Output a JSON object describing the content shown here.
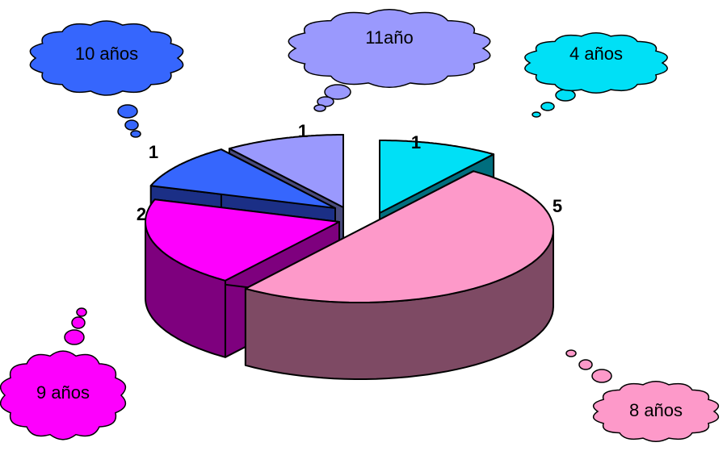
{
  "chart_data": {
    "type": "pie",
    "title": "",
    "slices": [
      {
        "label": "4 años",
        "value": 1,
        "value_label": "1",
        "color": "#00e0f6",
        "side_color": "#006e7e"
      },
      {
        "label": "8 años",
        "value": 5,
        "value_label": "5",
        "color": "#fd99c9",
        "side_color": "#7e4a64"
      },
      {
        "label": "9 años",
        "value": 2,
        "value_label": "2",
        "color": "#fd00fd",
        "side_color": "#7e007e"
      },
      {
        "label": "10 años",
        "value": 1,
        "value_label": "1",
        "color": "#3666fd",
        "side_color": "#1b2f86"
      },
      {
        "label": "11año",
        "value": 1,
        "value_label": "1",
        "color": "#9a99fd",
        "side_color": "#494a7d"
      }
    ]
  }
}
